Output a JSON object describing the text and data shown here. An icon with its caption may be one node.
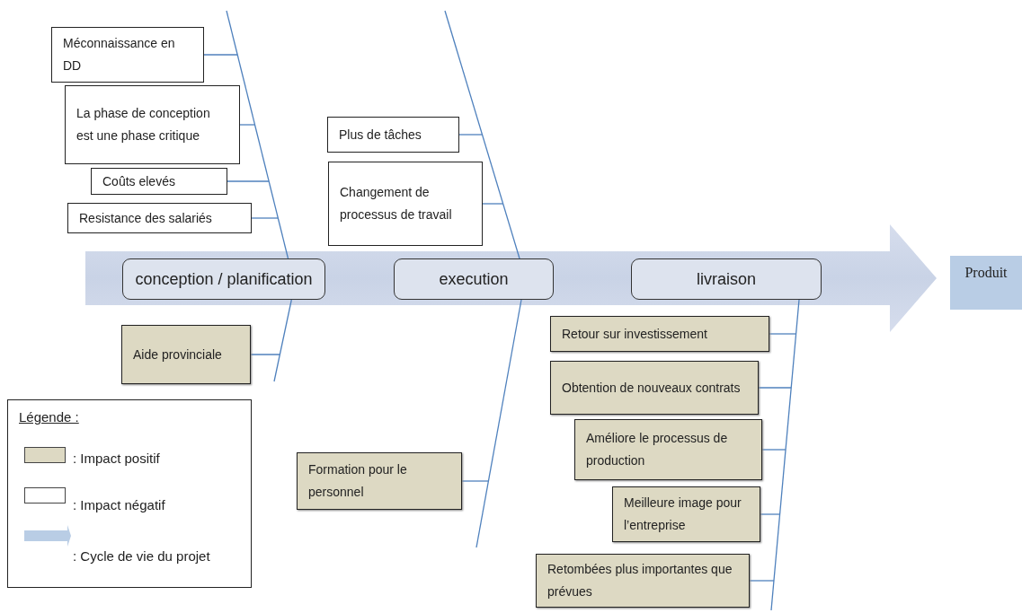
{
  "diagram": {
    "nodes": [
      {
        "text": [
          "Méconnaissance en DD"
        ]
      },
      {
        "text": [
          "La phase de conception est une phase critique"
        ]
      },
      {
        "text": [
          "Coûts elevés"
        ]
      },
      {
        "text": [
          "Resistance des salariés"
        ]
      },
      {
        "text": [
          "Plus de tâches"
        ]
      },
      {
        "text": [
          "Changement de processus de travail"
        ]
      },
      {
        "text": [],
        "shape": "arrow"
      },
      {
        "text": [
          "conception / planification"
        ],
        "in": 6
      },
      {
        "text": [
          "execution"
        ],
        "in": 6
      },
      {
        "text": [
          "livraison"
        ],
        "in": 6
      },
      {
        "text": [
          "Produit"
        ]
      },
      {
        "text": [
          "Aide provinciale"
        ]
      },
      {
        "text": [
          "Retour sur investissement"
        ]
      },
      {
        "text": [
          "Obtention de nouveaux contrats"
        ]
      },
      {
        "text": [
          "Formation pour le personnel"
        ]
      },
      {
        "text": [
          "Améliore le processus de production"
        ]
      },
      {
        "text": [
          "Meilleure image pour l’entreprise"
        ]
      },
      {
        "text": [
          "Retombées plus importantes que prévues"
        ]
      }
    ],
    "edges": [
      {
        "from": 0,
        "to": 7,
        "arrow": "none"
      },
      {
        "from": 1,
        "to": 7,
        "arrow": "none"
      },
      {
        "from": 2,
        "to": 7,
        "arrow": "none"
      },
      {
        "from": 3,
        "to": 7,
        "arrow": "none"
      },
      {
        "from": 4,
        "to": 8,
        "arrow": "none"
      },
      {
        "from": 5,
        "to": 8,
        "arrow": "none"
      },
      {
        "from": 11,
        "to": 7,
        "arrow": "none"
      },
      {
        "from": 12,
        "to": 9,
        "arrow": "none"
      },
      {
        "from": 13,
        "to": 9,
        "arrow": "none"
      },
      {
        "from": 14,
        "to": 8,
        "arrow": "none"
      },
      {
        "from": 15,
        "to": 9,
        "arrow": "none"
      },
      {
        "from": 16,
        "to": 9,
        "arrow": "none"
      },
      {
        "from": 17,
        "to": 9,
        "arrow": "none"
      }
    ],
    "labels": [
      "Légende :"
    ],
    "legend": [
      {
        "text": ": Impact positif",
        "color": "#ddd9c3"
      },
      {
        "text": ": Impact négatif",
        "color": "#ffffff"
      },
      {
        "text": ": Cycle de vie du projet"
      }
    ]
  }
}
